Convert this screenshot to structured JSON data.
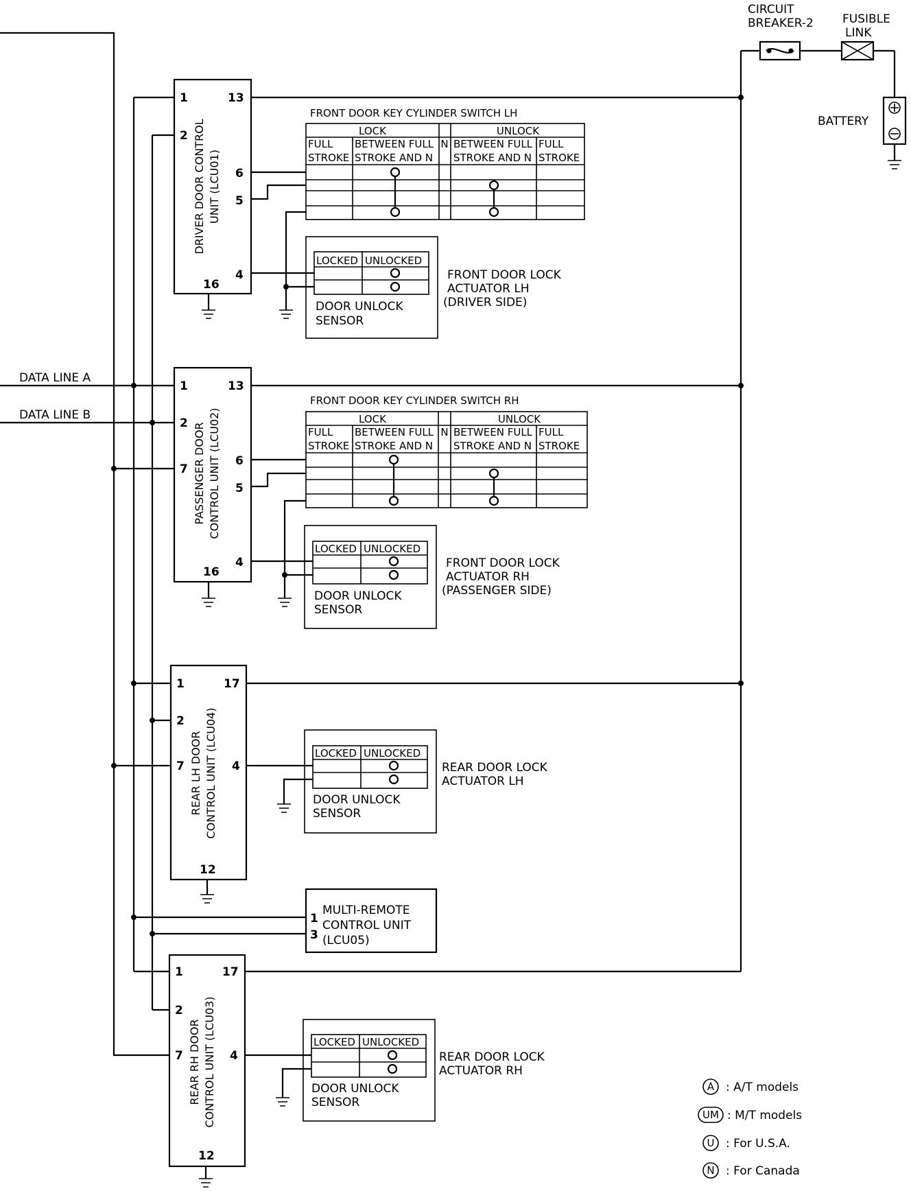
{
  "power": {
    "circuit_breaker": [
      "CIRCUIT",
      "BREAKER-2"
    ],
    "fusible_link": [
      "FUSIBLE",
      "LINK"
    ],
    "battery": "BATTERY"
  },
  "data_lines": {
    "a": "DATA LINE A",
    "b": "DATA LINE B"
  },
  "units": [
    {
      "id": "lcu01",
      "label": [
        "DRIVER DOOR CONTROL",
        "UNIT (LCU01)"
      ],
      "pins_left": [
        "1",
        "2"
      ],
      "pins_right": [
        "13",
        "6",
        "5",
        "4"
      ],
      "pin_bottom": "16"
    },
    {
      "id": "lcu02",
      "label": [
        "PASSENGER DOOR",
        "CONTROL UNIT (LCU02)"
      ],
      "pins_left": [
        "1",
        "2",
        "7"
      ],
      "pins_right": [
        "13",
        "6",
        "5",
        "4"
      ],
      "pin_bottom": "16"
    },
    {
      "id": "lcu04",
      "label": [
        "REAR LH DOOR",
        "CONTROL UNIT (LCU04)"
      ],
      "pins_left": [
        "1",
        "2",
        "7"
      ],
      "pins_right": [
        "17",
        "4"
      ],
      "pin_bottom": "12"
    },
    {
      "id": "lcu05",
      "label": [
        "MULTI-REMOTE",
        "CONTROL UNIT",
        "(LCU05)"
      ],
      "pins_left": [
        "1",
        "3"
      ]
    },
    {
      "id": "lcu03",
      "label": [
        "REAR RH DOOR",
        "CONTROL UNIT (LCU03)"
      ],
      "pins_left": [
        "1",
        "2",
        "7"
      ],
      "pins_right": [
        "17",
        "4"
      ],
      "pin_bottom": "12"
    }
  ],
  "key_switches": [
    {
      "title": "FRONT DOOR KEY CYLINDER SWITCH LH",
      "lock": "LOCK",
      "unlock": "UNLOCK",
      "n": "N",
      "cols": [
        [
          "FULL",
          "STROKE"
        ],
        [
          "BETWEEN FULL",
          "STROKE AND N"
        ],
        [
          "BETWEEN FULL",
          "STROKE AND N"
        ],
        [
          "FULL",
          "STROKE"
        ]
      ]
    },
    {
      "title": "FRONT DOOR KEY CYLINDER SWITCH RH",
      "lock": "LOCK",
      "unlock": "UNLOCK",
      "n": "N",
      "cols": [
        [
          "FULL",
          "STROKE"
        ],
        [
          "BETWEEN FULL",
          "STROKE AND N"
        ],
        [
          "BETWEEN FULL",
          "STROKE AND N"
        ],
        [
          "FULL",
          "STROKE"
        ]
      ]
    }
  ],
  "actuators": [
    {
      "locked": "LOCKED",
      "unlocked": "UNLOCKED",
      "sensor": [
        "DOOR UNLOCK",
        "SENSOR"
      ],
      "label": [
        "FRONT DOOR LOCK",
        "ACTUATOR LH",
        "(DRIVER SIDE)"
      ]
    },
    {
      "locked": "LOCKED",
      "unlocked": "UNLOCKED",
      "sensor": [
        "DOOR UNLOCK",
        "SENSOR"
      ],
      "label": [
        "FRONT DOOR LOCK",
        "ACTUATOR RH",
        "(PASSENGER SIDE)"
      ]
    },
    {
      "locked": "LOCKED",
      "unlocked": "UNLOCKED",
      "sensor": [
        "DOOR UNLOCK",
        "SENSOR"
      ],
      "label": [
        "REAR DOOR LOCK",
        "ACTUATOR LH"
      ]
    },
    {
      "locked": "LOCKED",
      "unlocked": "UNLOCKED",
      "sensor": [
        "DOOR UNLOCK",
        "SENSOR"
      ],
      "label": [
        "REAR DOOR LOCK",
        "ACTUATOR RH"
      ]
    }
  ],
  "legend": [
    {
      "symbol": "A",
      "text": ": A/T models"
    },
    {
      "symbol": "UM",
      "text": ": M/T models"
    },
    {
      "symbol": "U",
      "text": ": For U.S.A."
    },
    {
      "symbol": "N",
      "text": ": For Canada"
    }
  ]
}
